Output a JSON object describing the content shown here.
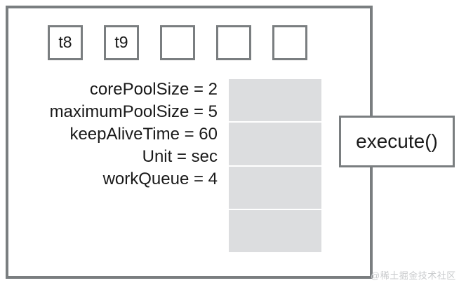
{
  "diagram": {
    "title": "ThreadPoolExecutor work queue diagram",
    "colors": {
      "border": "#7a7e80",
      "queue_fill": "#dcdddf",
      "text": "#1a1a1a",
      "background": "#ffffff",
      "watermark": "#c9cbcd"
    },
    "thread_boxes": [
      {
        "label": "t8"
      },
      {
        "label": "t9"
      },
      {
        "label": ""
      },
      {
        "label": ""
      },
      {
        "label": ""
      }
    ],
    "config_lines": [
      "corePoolSize = 2",
      "maximumPoolSize = 5",
      "keepAliveTime = 60",
      "Unit = sec",
      "workQueue = 4"
    ],
    "work_queue": {
      "capacity": 4,
      "cells": [
        "",
        "",
        "",
        ""
      ]
    },
    "execute_button": {
      "label": "execute()"
    },
    "watermark": "@稀土掘金技术社区"
  }
}
